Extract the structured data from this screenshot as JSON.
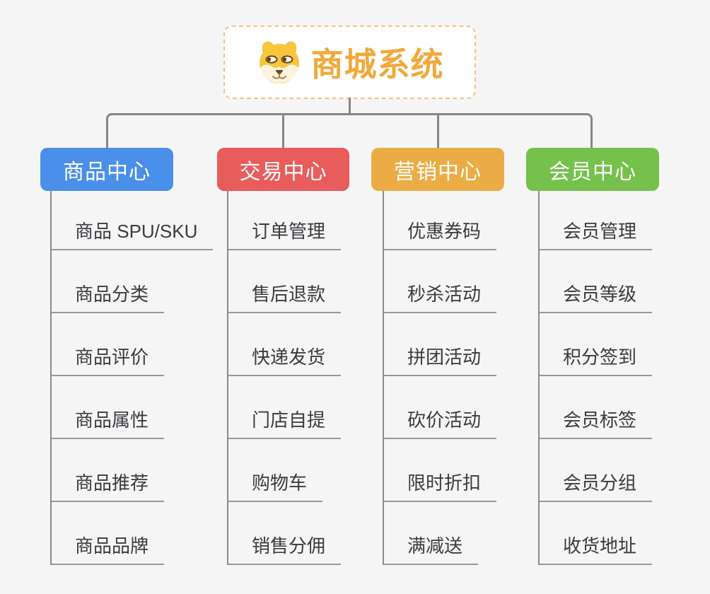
{
  "root": {
    "title": "商城系统",
    "icon": "dog-face-icon",
    "title_color": "#f0a93c",
    "border_color": "#f3c482"
  },
  "branches": [
    {
      "label": "商品中心",
      "color": "#4a8fe9",
      "items": [
        "商品 SPU/SKU",
        "商品分类",
        "商品评价",
        "商品属性",
        "商品推荐",
        "商品品牌"
      ]
    },
    {
      "label": "交易中心",
      "color": "#e85c5c",
      "items": [
        "订单管理",
        "售后退款",
        "快递发货",
        "门店自提",
        "购物车",
        "销售分佣"
      ]
    },
    {
      "label": "营销中心",
      "color": "#ebac45",
      "items": [
        "优惠券码",
        "秒杀活动",
        "拼团活动",
        "砍价活动",
        "限时折扣",
        "满减送"
      ]
    },
    {
      "label": "会员中心",
      "color": "#75c14c",
      "items": [
        "会员管理",
        "会员等级",
        "积分签到",
        "会员标签",
        "会员分组",
        "收货地址"
      ]
    }
  ],
  "colors": {
    "background": "#f5f5f6",
    "connector_line": "#85858a",
    "leaf_underline": "#98989b",
    "leaf_text": "#3b3b40"
  }
}
